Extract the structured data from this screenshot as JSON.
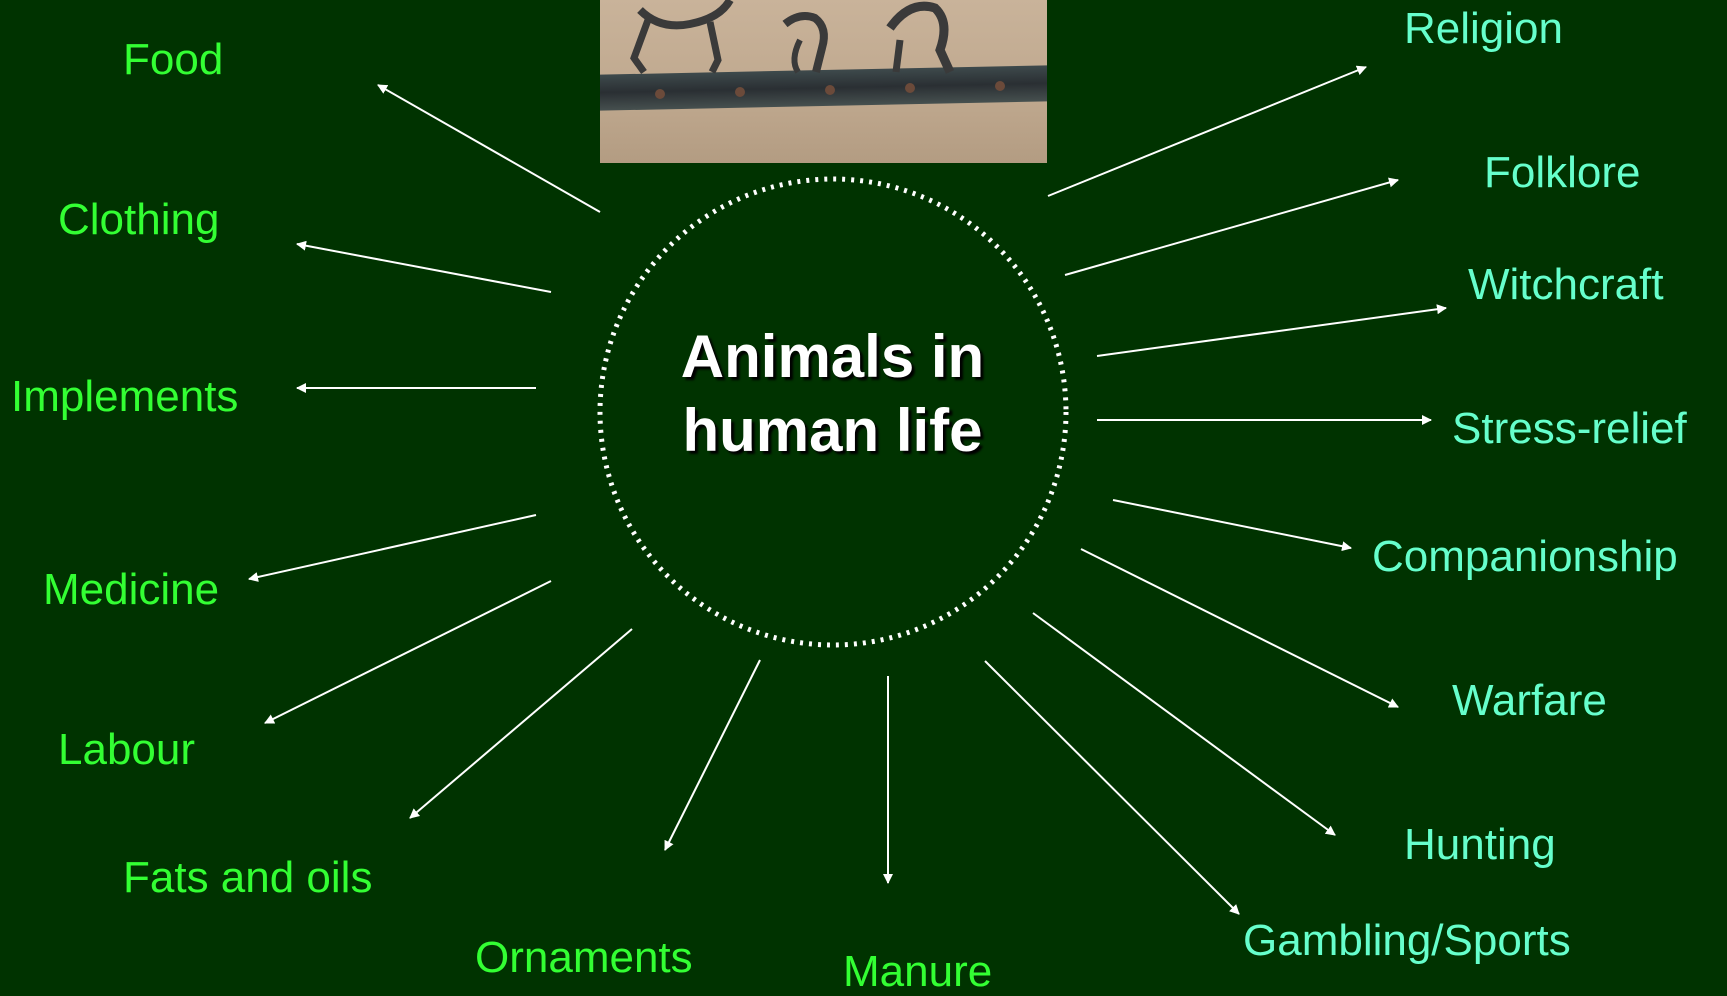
{
  "diagram": {
    "center_label": "Animals in human life",
    "left_items": [
      "Food",
      "Clothing",
      "Implements",
      "Medicine",
      "Labour",
      "Fats and oils",
      "Ornaments",
      "Manure"
    ],
    "right_items": [
      "Religion",
      "Folklore",
      "Witchcraft",
      "Stress-relief",
      "Companionship",
      "Warfare",
      "Hunting",
      "Gambling/Sports"
    ],
    "colors": {
      "background": "#003300",
      "left_text": "#33ff33",
      "right_text": "#66ffcc",
      "arrows": "#ffffff",
      "circle": "#ffffff"
    }
  }
}
